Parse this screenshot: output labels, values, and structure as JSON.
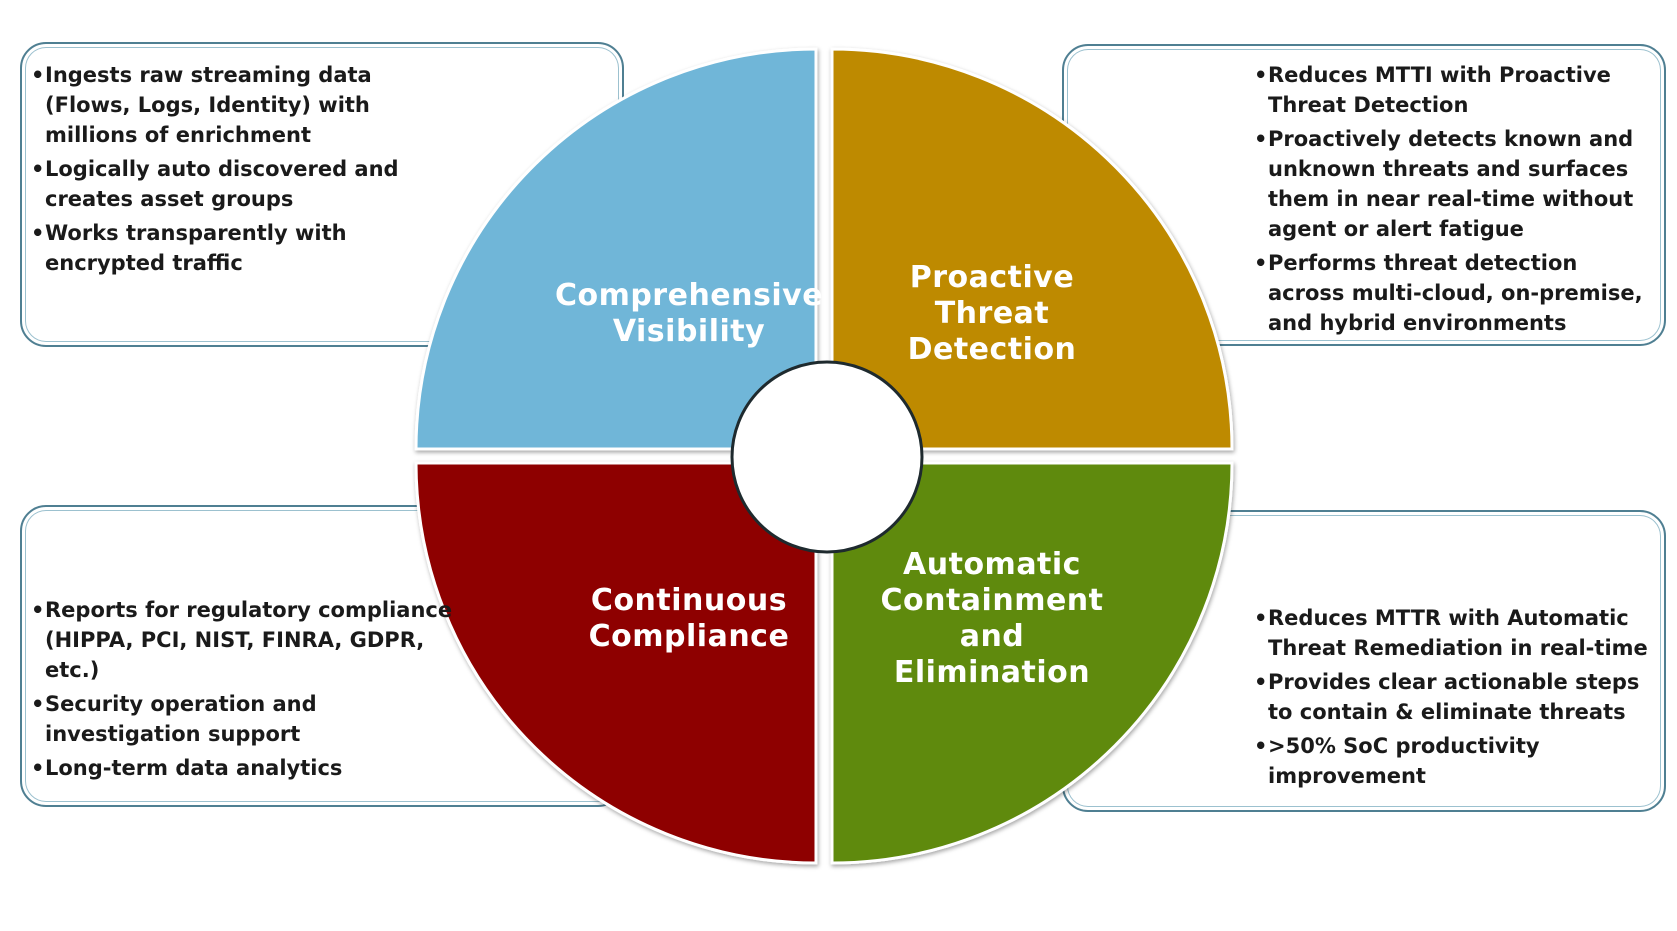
{
  "colors": {
    "comprehensive_visibility": "#70b6d8",
    "proactive_threat_detection": "#be8a00",
    "continuous_compliance": "#8e0000",
    "automatic_containment": "#5e8a0c",
    "box_border": "#4f7f92"
  },
  "quadrants": {
    "top_left": {
      "title_line1": "Comprehensive",
      "title_line2": "Visibility"
    },
    "top_right": {
      "title_line1": "Proactive",
      "title_line2": "Threat",
      "title_line3": "Detection"
    },
    "bottom_left": {
      "title_line1": "Continuous",
      "title_line2": "Compliance"
    },
    "bottom_right": {
      "title_line1": "Automatic",
      "title_line2": "Containment",
      "title_line3": "and",
      "title_line4": "Elimination"
    }
  },
  "boxes": {
    "top_left": [
      "Ingests raw streaming data (Flows, Logs, Identity) with millions of enrichment",
      "Logically auto discovered and creates asset groups",
      "Works transparently with encrypted traffic"
    ],
    "top_right": [
      "Reduces MTTI with Proactive Threat Detection",
      "Proactively detects known and unknown threats and surfaces them in near real-time without agent or alert fatigue",
      "Performs threat detection across multi-cloud, on-premise, and hybrid environments"
    ],
    "bottom_left": [
      "Reports for regulatory compliance (HIPPA, PCI, NIST, FINRA, GDPR, etc.)",
      "Security operation and investigation support",
      "Long-term data analytics"
    ],
    "bottom_right": [
      "Reduces MTTR with Automatic Threat Remediation in real-time",
      "Provides clear actionable steps to contain & eliminate threats",
      ">50% SoC productivity improvement"
    ]
  }
}
